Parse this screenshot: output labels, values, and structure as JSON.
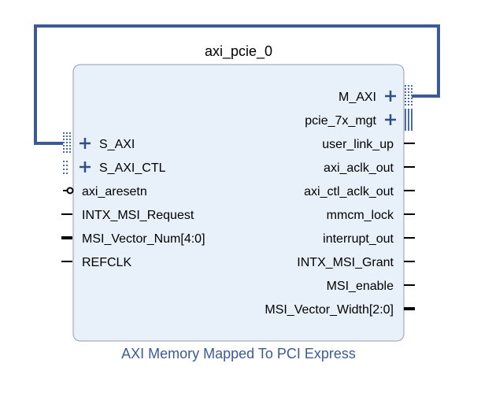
{
  "block": {
    "instance_name": "axi_pcie_0",
    "ip_name": "AXI Memory Mapped To PCI Express"
  },
  "left_ports": [
    {
      "label": "S_AXI",
      "kind": "bus"
    },
    {
      "label": "S_AXI_CTL",
      "kind": "bus"
    },
    {
      "label": "axi_aresetn",
      "kind": "reset"
    },
    {
      "label": "INTX_MSI_Request",
      "kind": "wire"
    },
    {
      "label": "MSI_Vector_Num[4:0]",
      "kind": "vector"
    },
    {
      "label": "REFCLK",
      "kind": "wire"
    }
  ],
  "right_ports": [
    {
      "label": "M_AXI",
      "kind": "bus"
    },
    {
      "label": "pcie_7x_mgt",
      "kind": "bus"
    },
    {
      "label": "user_link_up",
      "kind": "wire"
    },
    {
      "label": "axi_aclk_out",
      "kind": "wire"
    },
    {
      "label": "axi_ctl_aclk_out",
      "kind": "wire"
    },
    {
      "label": "mmcm_lock",
      "kind": "wire"
    },
    {
      "label": "interrupt_out",
      "kind": "wire"
    },
    {
      "label": "INTX_MSI_Grant",
      "kind": "wire"
    },
    {
      "label": "MSI_enable",
      "kind": "wire"
    },
    {
      "label": "MSI_Vector_Width[2:0]",
      "kind": "vector"
    }
  ],
  "colors": {
    "block_fill": "#e8f0fa",
    "block_stroke": "#9a9aa6",
    "connection": "#3c5a9a",
    "expand_icon": "#2f4f87",
    "bus_dots": "#4a6aa8",
    "pin": "#000000",
    "ip_name_text": "#3a5a98"
  }
}
